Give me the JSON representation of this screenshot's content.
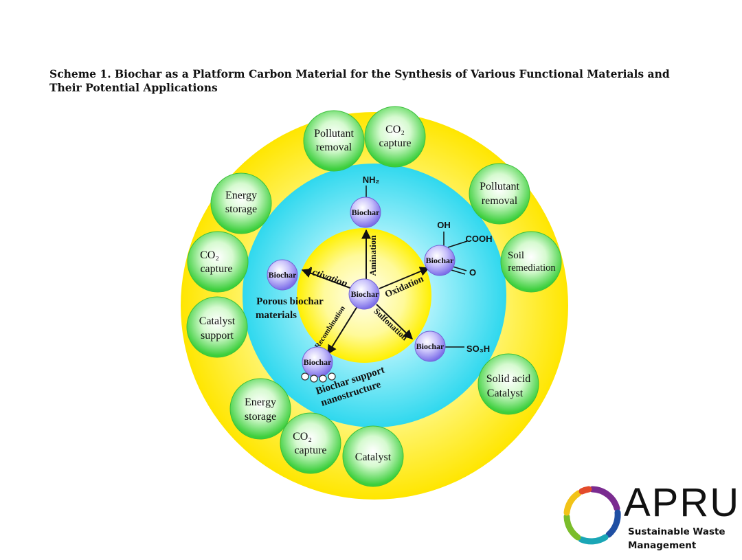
{
  "caption": {
    "title": "Scheme 1. Biochar as a Platform Carbon Material for the Synthesis of Various Functional Materials and Their Potential Applications"
  },
  "center": {
    "label": "Biochar"
  },
  "nodes": {
    "amination": {
      "label": "Biochar",
      "group": "NH₂",
      "arrow_label": "Amination"
    },
    "oxidation": {
      "label": "Biochar",
      "group_oh": "OH",
      "group_cooh": "COOH",
      "group_o": "O",
      "arrow_label": "Oxidation"
    },
    "sulfonation": {
      "label": "Biochar",
      "group": "SO₃H",
      "arrow_label": "Sulfonation"
    },
    "recombination": {
      "label": "Biochar",
      "arrow_label": "Recombination",
      "caption_line1": "Biochar support",
      "caption_line2": "nanostructure"
    },
    "activation": {
      "label": "Biochar",
      "arrow_label": "Activation",
      "caption_line1": "Porous biochar",
      "caption_line2": "materials"
    }
  },
  "applications": [
    {
      "line1": "Pollutant",
      "line2": "removal"
    },
    {
      "line1": "CO₂",
      "line2": "capture"
    },
    {
      "line1": "Pollutant",
      "line2": "removal"
    },
    {
      "line1": "Soil",
      "line2": "remediation"
    },
    {
      "line1": "Solid acid",
      "line2": "Catalyst"
    },
    {
      "line1": "Catalyst",
      "line2": ""
    },
    {
      "line1": "CO₂",
      "line2": "capture"
    },
    {
      "line1": "Energy",
      "line2": "storage"
    },
    {
      "line1": "Catalyst",
      "line2": "support"
    },
    {
      "line1": "CO₂",
      "line2": "capture"
    },
    {
      "line1": "Energy",
      "line2": "storage"
    }
  ],
  "logo": {
    "word": "APRU",
    "sub1": "Sustainable Waste",
    "sub2": "Management"
  },
  "colors": {
    "outer_ring": "#fff000",
    "middle_ring": "#3fe0f2",
    "inner_core": "#fff200",
    "application_bubble": "#4fdc4f",
    "biochar_sphere": "#9a8ff0"
  }
}
